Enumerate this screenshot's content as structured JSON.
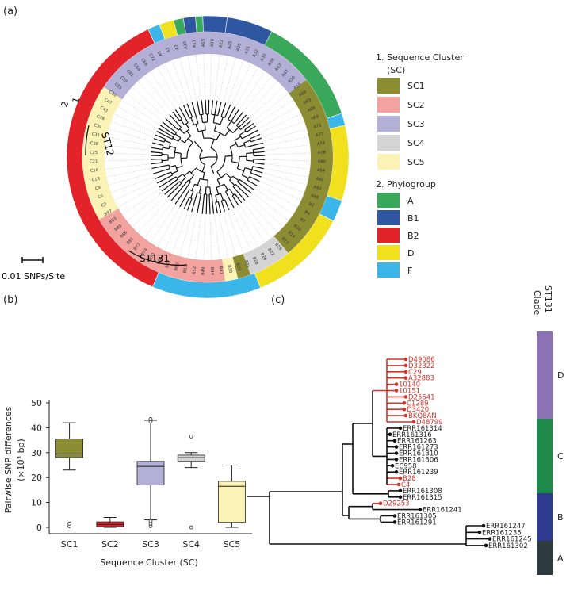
{
  "panels": {
    "a": "(a)",
    "b": "(b)",
    "c": "(c)"
  },
  "panel_a": {
    "ring_labels": [
      "2",
      "1"
    ],
    "st_labels": [
      "ST12",
      "ST131"
    ],
    "scale_bar": "0.01 SNPs/Site",
    "legend": {
      "sc_title_line1": "1. Sequence Cluster",
      "sc_title_line2": "(SC)",
      "sc_items": [
        {
          "label": "SC1",
          "color": "#8c8c33"
        },
        {
          "label": "SC2",
          "color": "#f2a3a0"
        },
        {
          "label": "SC3",
          "color": "#b3afd6"
        },
        {
          "label": "SC4",
          "color": "#d4d4d4"
        },
        {
          "label": "SC5",
          "color": "#fbf3b5"
        }
      ],
      "pg_title": "2. Phylogroup",
      "pg_items": [
        {
          "label": "A",
          "color": "#3aa85a"
        },
        {
          "label": "B1",
          "color": "#2f56a0"
        },
        {
          "label": "B2",
          "color": "#e3232a"
        },
        {
          "label": "D",
          "color": "#f0e01d"
        },
        {
          "label": "F",
          "color": "#3ab6e8"
        }
      ]
    },
    "leaf_labels": [
      "A1",
      "A3",
      "A7",
      "A10",
      "A11",
      "A19",
      "A20",
      "A22",
      "A25",
      "A26",
      "A31",
      "A32",
      "A35",
      "A38",
      "A43",
      "A47",
      "A50",
      "A55",
      "A59",
      "A63",
      "A66",
      "A69",
      "A71",
      "A73",
      "A74",
      "A78",
      "A80",
      "A84",
      "A88",
      "A93",
      "A98",
      "B2",
      "B4",
      "B7",
      "B10",
      "B14",
      "B17",
      "B19",
      "B22",
      "B26",
      "B28",
      "B31",
      "B33",
      "B38",
      "B41",
      "B44",
      "B49",
      "B52",
      "B57",
      "B60",
      "B63",
      "B66",
      "B70",
      "B74",
      "B77",
      "B81",
      "B86",
      "B89",
      "B93",
      "B97",
      "C2",
      "C6",
      "C9",
      "C13",
      "C16",
      "C21",
      "C25",
      "C28",
      "C31",
      "C34",
      "C38",
      "C43",
      "C47",
      "C50",
      "C55",
      "C59",
      "C61",
      "C64",
      "C68",
      "C72"
    ]
  },
  "chart_data": {
    "type": "box",
    "title": "",
    "xlabel": "Sequence Cluster (SC)",
    "ylabel": "Pairwise SNP differences",
    "ylabel_unit": "(×10³ bp)",
    "ylim": [
      0,
      50
    ],
    "yticks": [
      0,
      10,
      20,
      30,
      40,
      50
    ],
    "categories": [
      "SC1",
      "SC2",
      "SC3",
      "SC4",
      "SC5"
    ],
    "boxes": [
      {
        "name": "SC1",
        "whisker_low": 23,
        "q1": 28,
        "median": 29.5,
        "q3": 35.5,
        "whisker_high": 42,
        "outliers": [
          0.5,
          1.5
        ],
        "color": "#8c8c33"
      },
      {
        "name": "SC2",
        "whisker_low": 0,
        "q1": 0.3,
        "median": 1.2,
        "q3": 2.2,
        "whisker_high": 4,
        "outliers": [],
        "color": "#e3232a"
      },
      {
        "name": "SC3",
        "whisker_low": 3,
        "q1": 17,
        "median": 24.5,
        "q3": 26.5,
        "whisker_high": 43,
        "outliers": [
          0.5,
          1.5,
          2.5,
          42.5,
          43.5
        ],
        "color": "#b3afd6"
      },
      {
        "name": "SC4",
        "whisker_low": 24,
        "q1": 26.5,
        "median": 28,
        "q3": 29,
        "whisker_high": 30,
        "outliers": [
          0,
          36.5
        ],
        "color": "#d4d4d4"
      },
      {
        "name": "SC5",
        "whisker_low": 0,
        "q1": 2,
        "median": 16.5,
        "q3": 18.5,
        "whisker_high": 25,
        "outliers": [],
        "color": "#fbf3b5"
      }
    ]
  },
  "panel_c": {
    "clade_header_line1": "ST131",
    "clade_header_line2": "Clade",
    "clades": [
      {
        "label": "D",
        "color": "#8c72b5"
      },
      {
        "label": "C",
        "color": "#1e8a4a"
      },
      {
        "label": "B",
        "color": "#2e3a8f"
      },
      {
        "label": "A",
        "color": "#2d3b40"
      }
    ],
    "leaves": [
      {
        "name": "D49086",
        "red": true
      },
      {
        "name": "D32322",
        "red": true
      },
      {
        "name": "C29",
        "red": true
      },
      {
        "name": "A32883",
        "red": true
      },
      {
        "name": "10140",
        "red": true
      },
      {
        "name": "10151",
        "red": true
      },
      {
        "name": "D25641",
        "red": true
      },
      {
        "name": "C1289",
        "red": true
      },
      {
        "name": "D3420",
        "red": true
      },
      {
        "name": "BKQ8AN",
        "red": true
      },
      {
        "name": "D48799",
        "red": true
      },
      {
        "name": "ERR161314",
        "red": false
      },
      {
        "name": "ERR161316",
        "red": false
      },
      {
        "name": "ERR161263",
        "red": false
      },
      {
        "name": "ERR161273",
        "red": false
      },
      {
        "name": "ERR161310",
        "red": false
      },
      {
        "name": "ERR161306",
        "red": false
      },
      {
        "name": "EC958",
        "red": false
      },
      {
        "name": "ERR161239",
        "red": false
      },
      {
        "name": "B28",
        "red": true
      },
      {
        "name": "C4",
        "red": true
      },
      {
        "name": "ERR161308",
        "red": false
      },
      {
        "name": "ERR161315",
        "red": false
      },
      {
        "name": "D29253",
        "red": true
      },
      {
        "name": "ERR161241",
        "red": false
      },
      {
        "name": "ERR161305",
        "red": false
      },
      {
        "name": "ERR161291",
        "red": false
      },
      {
        "name": "ERR161247",
        "red": false
      },
      {
        "name": "ERR161235",
        "red": false
      },
      {
        "name": "ERR161245",
        "red": false
      },
      {
        "name": "ERR161302",
        "red": false
      }
    ]
  }
}
